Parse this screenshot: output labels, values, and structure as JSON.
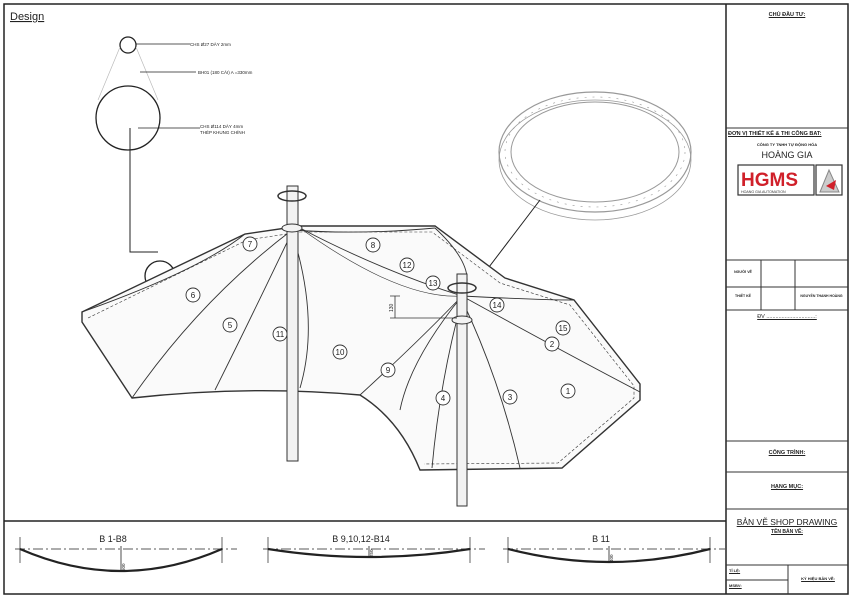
{
  "sheet": {
    "label": "Design"
  },
  "details": {
    "callout_top": "CHS Ø27 DÀY 2mm",
    "callout_mid": "BH01 (180 CÁI) A =330mm",
    "callout_bottom_1": "CHS Ø114 DÀY 4mm",
    "callout_bottom_2": "THÉP KHUNG CHÍNH",
    "column_dim": "130"
  },
  "canopy_labels": [
    "1",
    "2",
    "3",
    "4",
    "5",
    "6",
    "7",
    "8",
    "9",
    "10",
    "11",
    "12",
    "13",
    "14",
    "15"
  ],
  "sections": [
    {
      "title": "B 1-B8",
      "dim": "500"
    },
    {
      "title": "B 9,10,12-B14",
      "dim": "250"
    },
    {
      "title": "B 11",
      "dim": "400"
    }
  ],
  "title_block": {
    "owner_label": "CHỦ ĐẦU TƯ:",
    "contractor_label": "ĐƠN VỊ THIẾT KẾ & THI CÔNG BAT:",
    "company_line": "CÔNG TY TNHH TỰ ĐỘNG HÓA",
    "company_name": "HOÀNG GIA",
    "logo_text": "HGMS",
    "logo_sub": "HOANG GIA AUTOMATION",
    "row1_label": "NGƯỜI VẼ",
    "row2_label": "THIẾT KẾ",
    "row2_value": "NGUYỄN THANH HOÀNG",
    "unit_label": "ĐV ................................:",
    "project_label": "CÔNG TRÌNH:",
    "item_label": "HẠNG MỤC:",
    "drawing_type": "BẢN VẼ SHOP DRAWING",
    "drawing_name_label": "TÊN BẢN VẼ:",
    "scale_label": "TỈ LỆ:",
    "sheet_no_label": "MSBV:",
    "sign_label": "KÝ HIỆU BẢN VẼ:"
  },
  "colors": {
    "logo_red": "#d0202a",
    "logo_dark": "#333333"
  }
}
